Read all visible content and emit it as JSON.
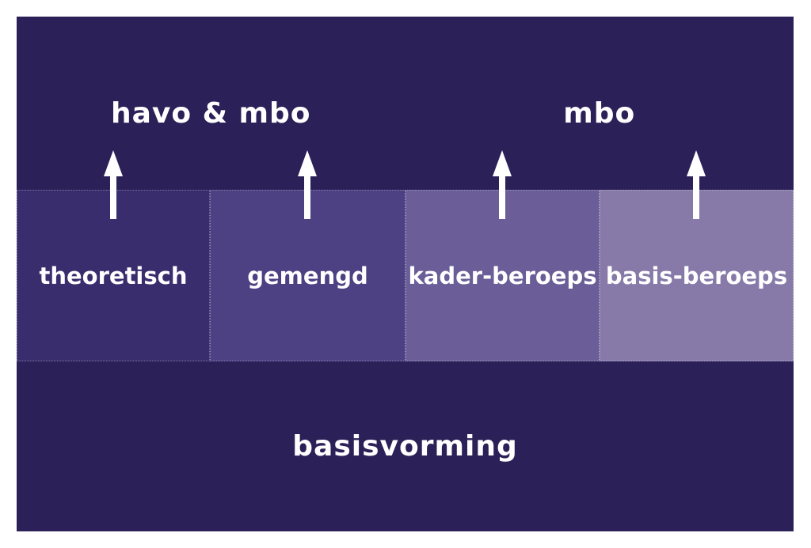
{
  "colors": {
    "page_background": "#ffffff",
    "panel": "#2b2057",
    "text": "#ffffff",
    "arrow": "#ffffff"
  },
  "destinations": [
    {
      "label": "havo & mbo"
    },
    {
      "label": "mbo"
    }
  ],
  "tracks": [
    {
      "label": "theoretisch",
      "color": "#3a2d6e"
    },
    {
      "label": "gemengd",
      "color": "#4d4083"
    },
    {
      "label": "kader-beroeps",
      "color": "#6b5d97"
    },
    {
      "label": "basis-beroeps",
      "color": "#877aa9"
    }
  ],
  "base": {
    "label": "basisvorming"
  }
}
